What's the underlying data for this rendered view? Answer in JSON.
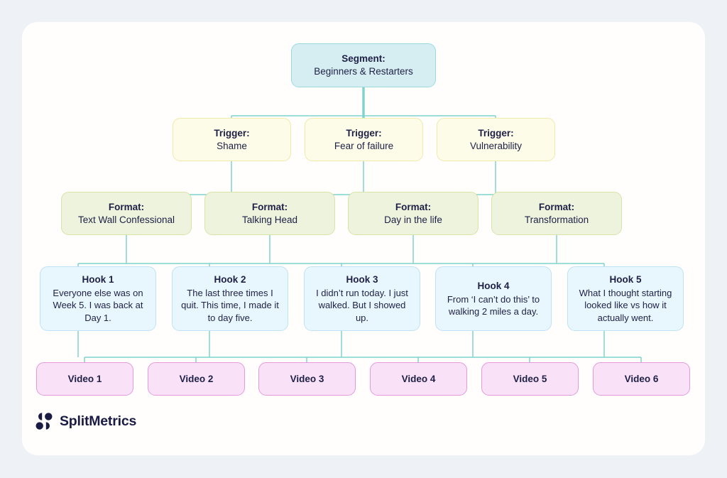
{
  "diagram": {
    "rows": {
      "segment": [
        {
          "title": "Segment:",
          "subtitle": "Beginners & Restarters"
        }
      ],
      "triggers": [
        {
          "title": "Trigger:",
          "subtitle": "Shame"
        },
        {
          "title": "Trigger:",
          "subtitle": "Fear of failure"
        },
        {
          "title": "Trigger:",
          "subtitle": "Vulnerability"
        }
      ],
      "formats": [
        {
          "title": "Format:",
          "subtitle": "Text Wall Confessional"
        },
        {
          "title": "Format:",
          "subtitle": "Talking Head"
        },
        {
          "title": "Format:",
          "subtitle": "Day in the life"
        },
        {
          "title": "Format:",
          "subtitle": "Transformation"
        }
      ],
      "hooks": [
        {
          "title": "Hook 1",
          "subtitle": "Everyone else was on Week 5. I was back at Day 1."
        },
        {
          "title": "Hook 2",
          "subtitle": "The last three times I quit. This time, I made it to day five."
        },
        {
          "title": "Hook 3",
          "subtitle": "I didn’t run today. I just walked. But I showed up."
        },
        {
          "title": "Hook 4",
          "subtitle": "From ‘I can’t do this’ to walking 2 miles a day."
        },
        {
          "title": "Hook 5",
          "subtitle": "What I thought starting looked like vs how it actually went."
        }
      ],
      "videos": [
        {
          "title": "Video 1"
        },
        {
          "title": "Video 2"
        },
        {
          "title": "Video 3"
        },
        {
          "title": "Video 4"
        },
        {
          "title": "Video 5"
        },
        {
          "title": "Video 6"
        }
      ]
    }
  },
  "branding": {
    "name": "SplitMetrics"
  },
  "colors": {
    "page_background": "#eef2f6",
    "card_background": "#fffefd",
    "connector": "#7fd3cd",
    "segment_fill": "#d6eef2",
    "segment_border": "#9cd9dd",
    "trigger_fill": "#fdfce8",
    "trigger_border": "#f0e9a8",
    "format_fill": "#eef3dd",
    "format_border": "#d8e3a6",
    "hook_fill": "#e8f6fd",
    "hook_border": "#bfe3f4",
    "video_fill": "#f9e2f7",
    "video_border": "#e59ada",
    "text": "#1e2045",
    "logo": "#1a1b42"
  }
}
